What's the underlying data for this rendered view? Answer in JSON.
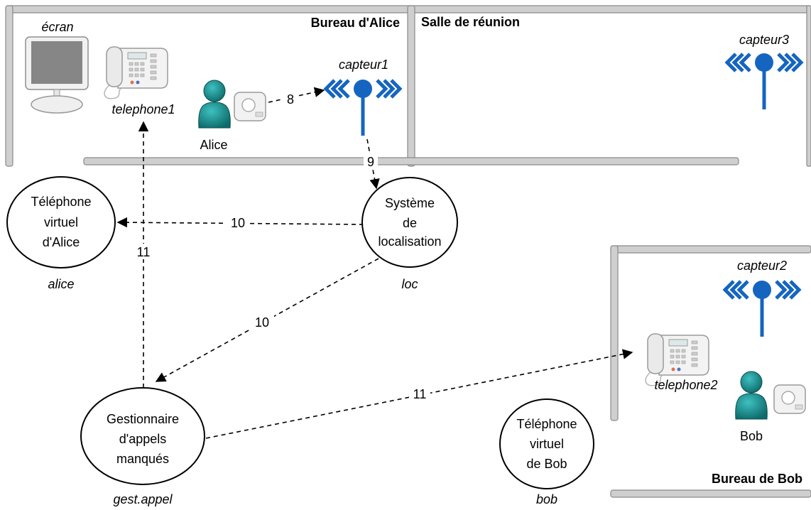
{
  "rooms": {
    "alice_office": "Bureau d'Alice",
    "meeting_room": "Salle de réunion",
    "bob_office": "Bureau de Bob"
  },
  "devices": {
    "screen": "écran",
    "phone1": "telephone1",
    "phone2": "telephone2",
    "sensor1": "capteur1",
    "sensor2": "capteur2",
    "sensor3": "capteur3"
  },
  "people": {
    "alice": "Alice",
    "bob": "Bob"
  },
  "nodes": {
    "alice_virtual_phone": {
      "lines": [
        "Téléphone",
        "virtuel",
        "d'Alice"
      ],
      "id": "alice"
    },
    "location_system": {
      "lines": [
        "Système",
        "de",
        "localisation"
      ],
      "id": "loc"
    },
    "missed_call_manager": {
      "lines": [
        "Gestionnaire",
        "d'appels",
        "manqués"
      ],
      "id": "gest.appel"
    },
    "bob_virtual_phone": {
      "lines": [
        "Téléphone",
        "virtuel",
        "de Bob"
      ],
      "id": "bob"
    }
  },
  "edges": {
    "badge_to_sensor1": "8",
    "sensor1_to_loc": "9",
    "loc_to_alice": "10",
    "loc_to_manager": "10",
    "manager_to_phone1": "11",
    "manager_to_phone2": "11"
  },
  "colors": {
    "sensor": "#1565c0",
    "person": "#1a8a8a",
    "wall": "#cfcfcf"
  },
  "icons": {
    "sensor": "wireless-sensor-icon",
    "person": "person-icon",
    "phone": "desk-phone-icon",
    "screen": "monitor-icon",
    "badge": "badge-icon"
  }
}
